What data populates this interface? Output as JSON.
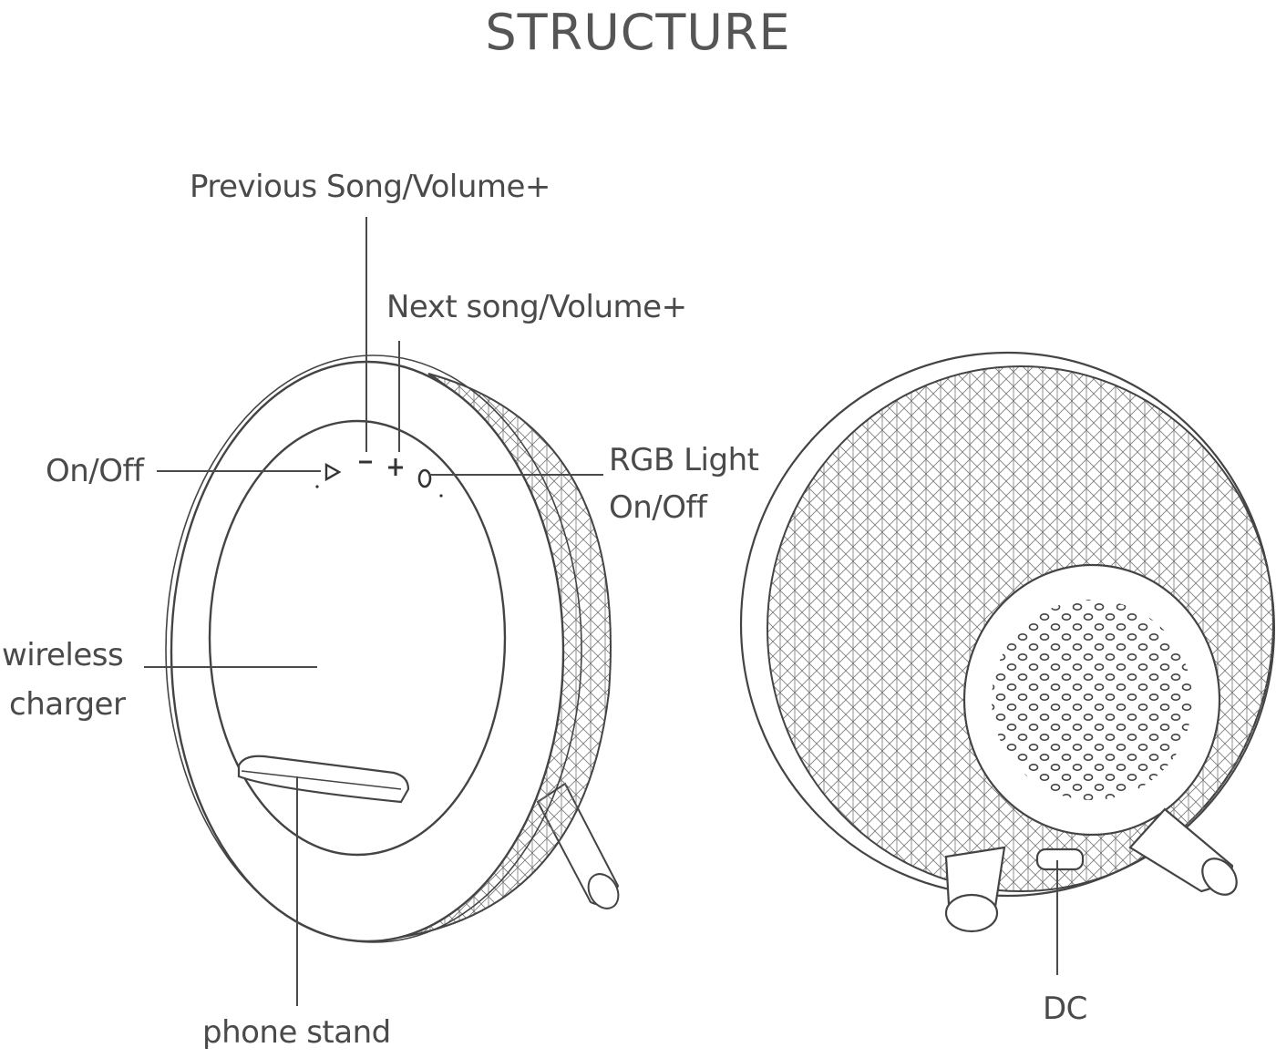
{
  "title": "STRUCTURE",
  "labels": {
    "previous_song": "Previous Song/Volume+",
    "next_song": "Next song/Volume+",
    "on_off": "On/Off",
    "rgb_light_line1": "RGB Light",
    "rgb_light_line2": "On/Off",
    "wireless_line1": "wireless",
    "wireless_line2": "charger",
    "phone_stand": "phone stand",
    "dc": "DC"
  },
  "colors": {
    "line": "#4a4a4a",
    "text": "#4a4a4a",
    "mesh": "#6a6a6a"
  }
}
